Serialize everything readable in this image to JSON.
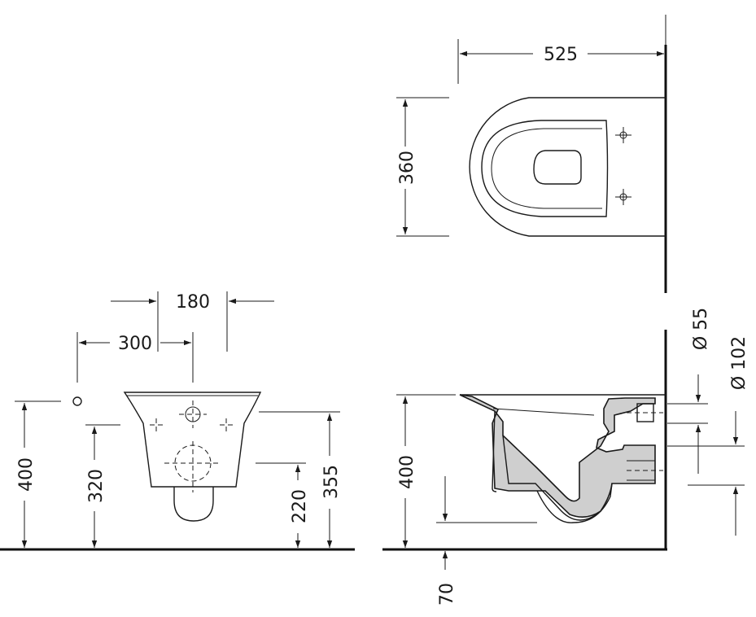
{
  "dimensions": {
    "top_width": "525",
    "top_depth": "360",
    "front_bracket_spacing": "180",
    "front_inlet_offset": "300",
    "front_height_left": "400",
    "front_height_inlet": "320",
    "front_height_outlet": "220",
    "front_height_rim": "355",
    "side_height": "400",
    "side_drop": "70",
    "outlet_diameter": "Ø 55",
    "inlet_diameter": "Ø 102"
  }
}
